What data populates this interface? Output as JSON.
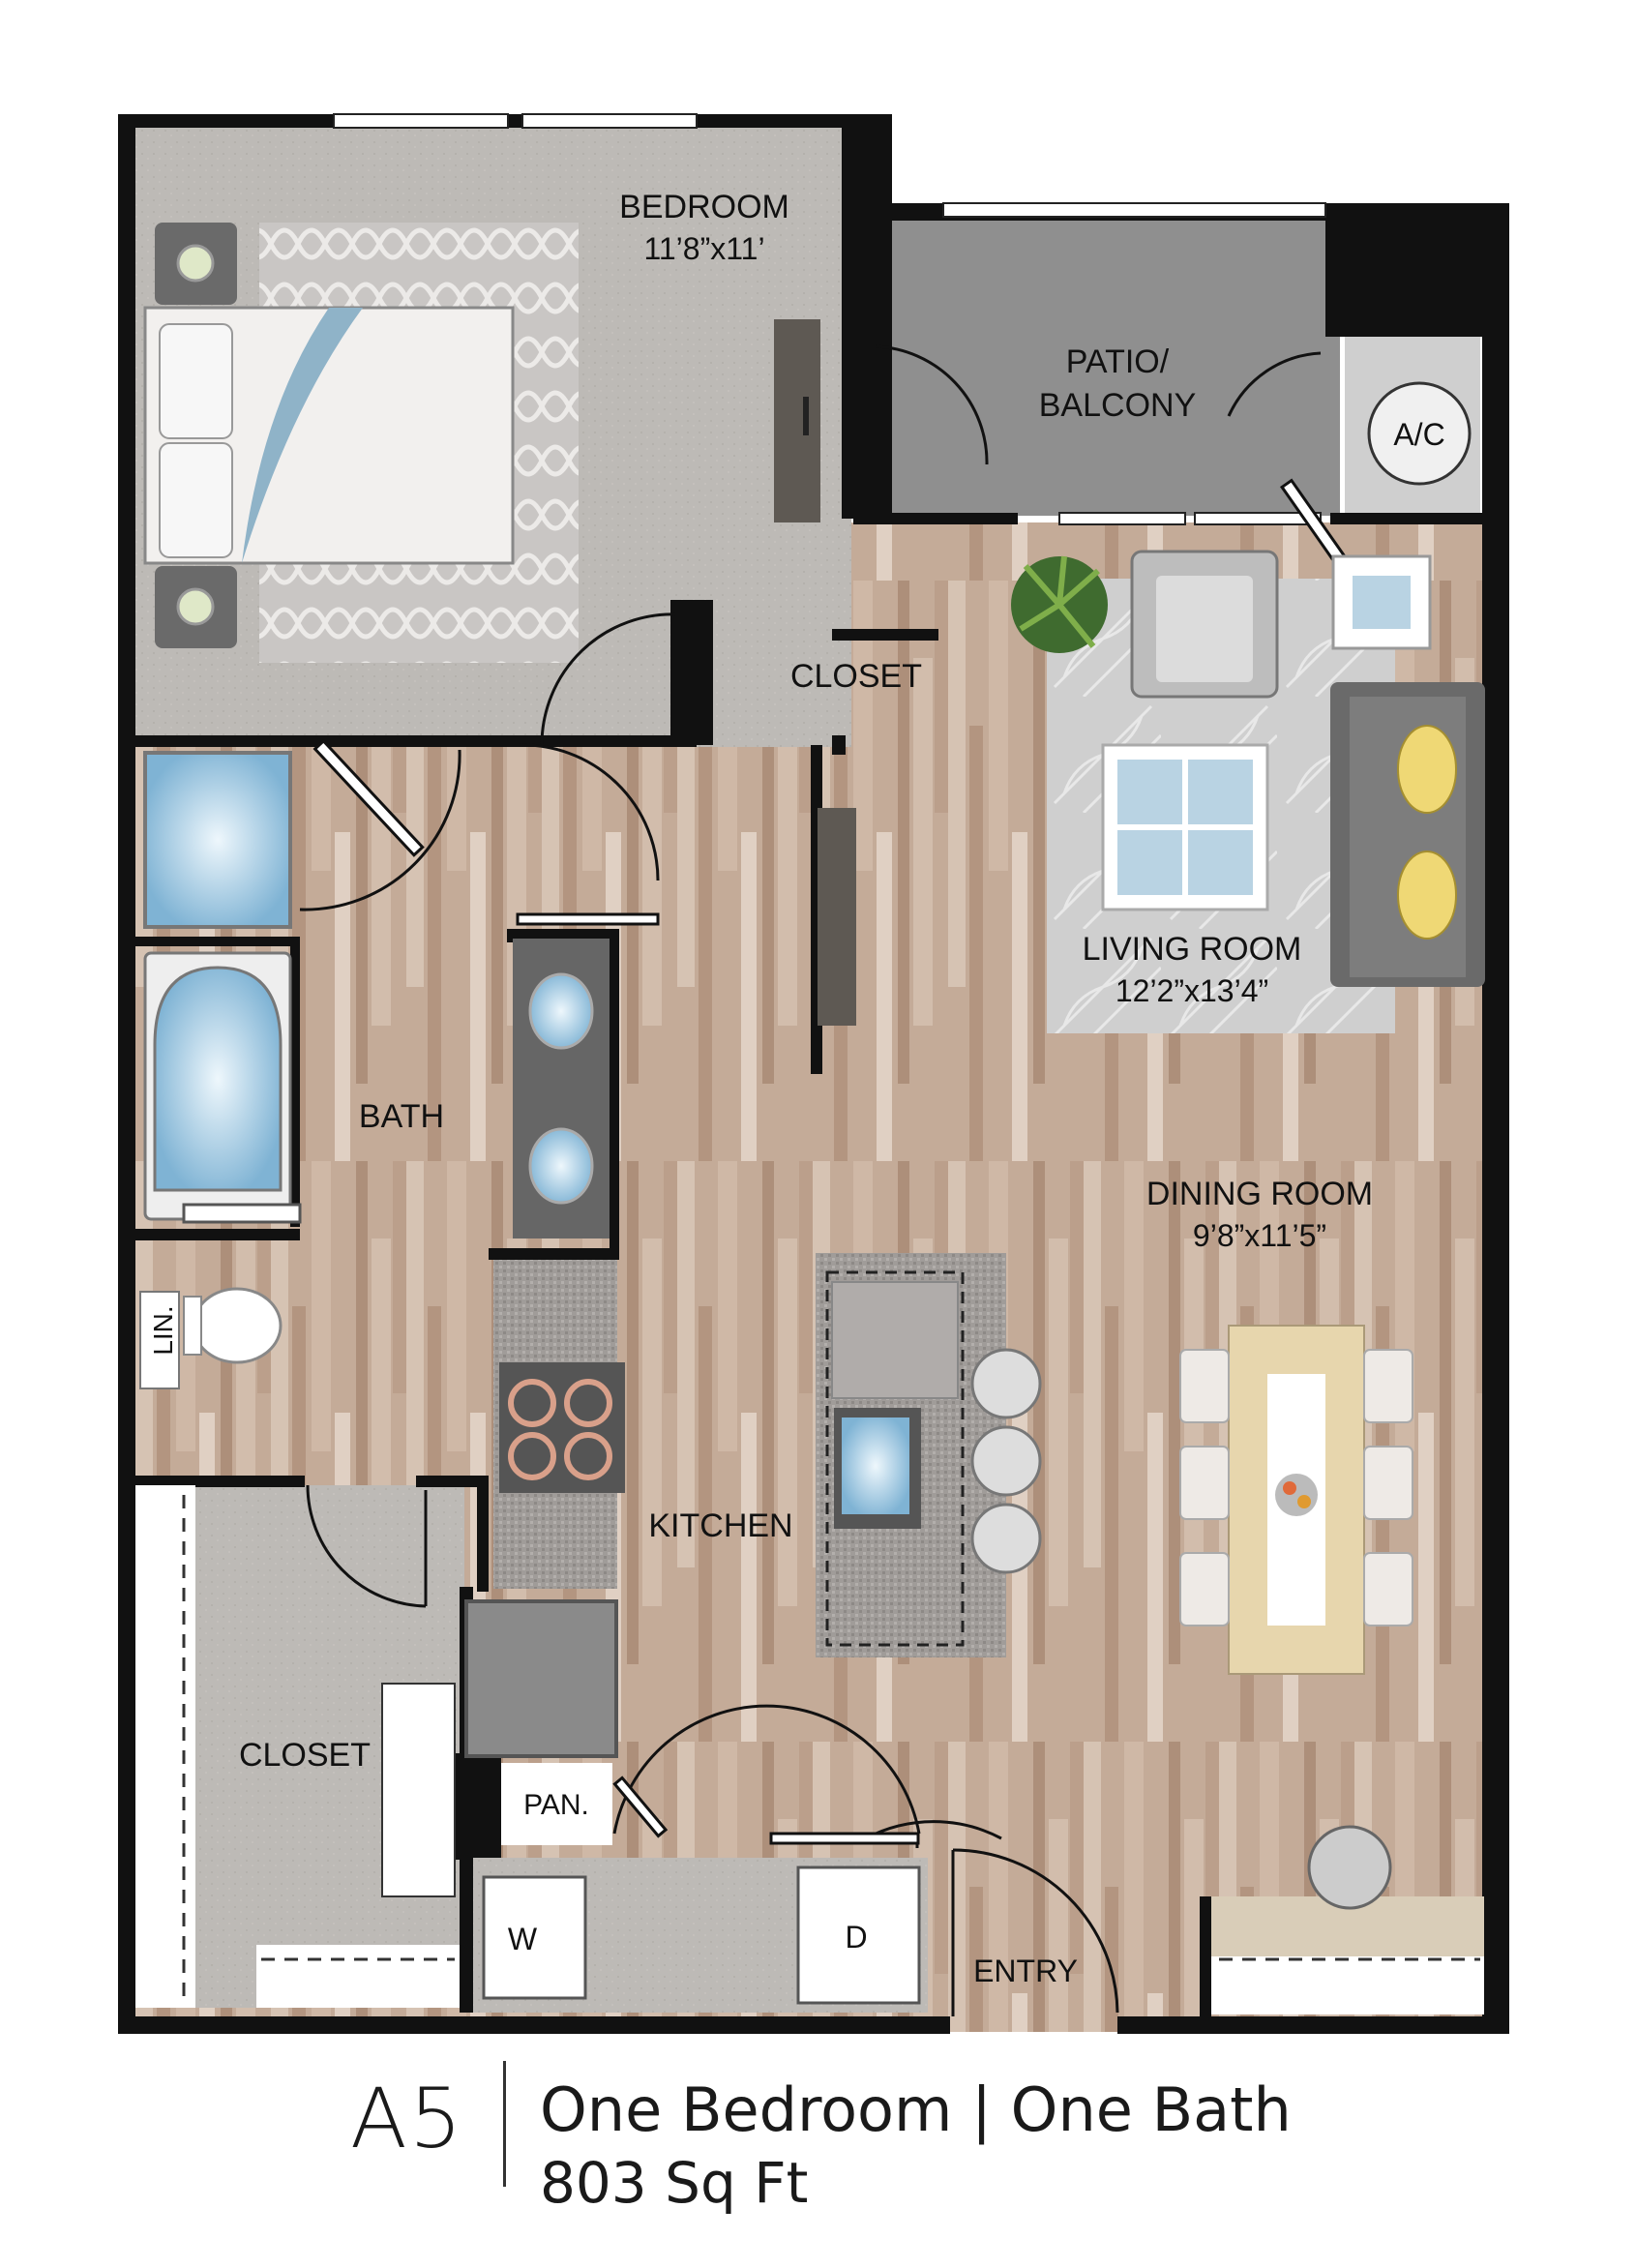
{
  "labels": {
    "bedroom": "BEDROOM",
    "bedroom_dim": "11’8”x11’",
    "patio_1": "PATIO/",
    "patio_2": "BALCONY",
    "ac": "A/C",
    "closet_top": "CLOSET",
    "living": "LIVING ROOM",
    "living_dim": "12’2”x13’4”",
    "bath": "BATH",
    "lin": "LIN.",
    "dining": "DINING ROOM",
    "dining_dim": "9’8”x11’5”",
    "kitchen": "KITCHEN",
    "closet_bottom": "CLOSET",
    "pantry": "PAN.",
    "washer": "W",
    "dryer": "D",
    "entry": "ENTRY"
  },
  "caption": {
    "unit": "A5",
    "description": "One Bedroom  |  One Bath",
    "area": "803 Sq Ft"
  },
  "colors": {
    "wall": "#111111",
    "wood": "#c4ab98",
    "carpet": "#bdbab6",
    "patio": "#8f8f8f",
    "water": "#9cc6e0"
  }
}
